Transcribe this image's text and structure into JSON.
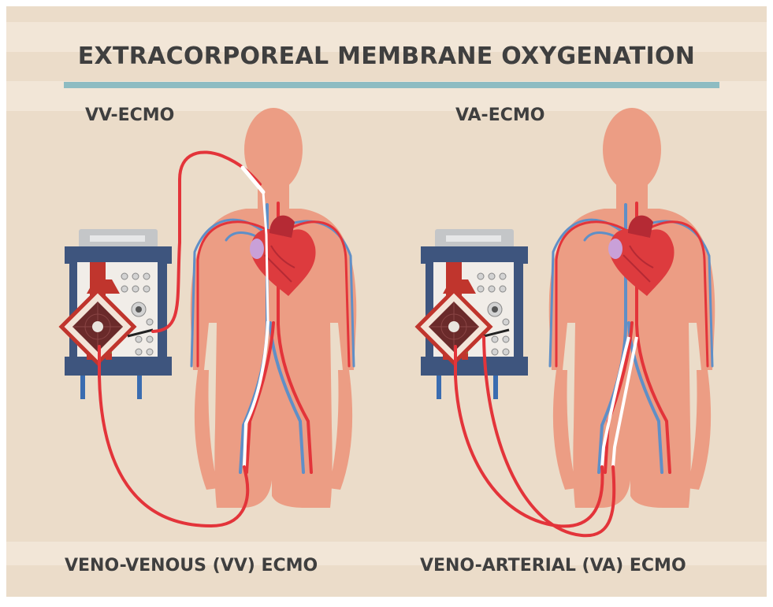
{
  "title": "EXTRACORPOREAL MEMBRANE OXYGENATION",
  "panels": [
    {
      "short_label": "VV-ECMO",
      "full_label": "VENO-VENOUS (VV) ECMO"
    },
    {
      "short_label": "VA-ECMO",
      "full_label": "VENO-ARTERIAL (VA) ECMO"
    }
  ],
  "colors": {
    "background": "#ebdcc9",
    "band": "#f2e6d7",
    "accent_rule": "#8ebcc2",
    "body": "#ec9d84",
    "artery": "#e3343a",
    "vein": "#5f8fc7",
    "machine_frame": "#3e557e",
    "machine_panel": "#f1ede8",
    "text": "#3f3f3f"
  },
  "icons": [
    "human-body-icon",
    "heart-icon",
    "ecmo-machine-icon",
    "oxygenator-icon",
    "cannula-icon",
    "blood-tube-icon"
  ]
}
